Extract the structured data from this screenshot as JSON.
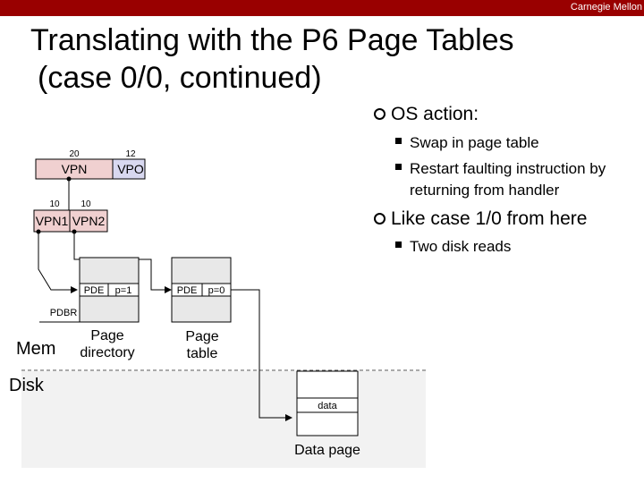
{
  "header": {
    "brand": "Carnegie Mellon"
  },
  "slide": {
    "title_line1": "Translating with the P6 Page Tables",
    "title_line2": "(case 0/0, continued)",
    "bullets": [
      {
        "text": "OS action:",
        "sub": [
          "Swap in page table",
          "Restart faulting instruction by returning from handler"
        ]
      },
      {
        "text": "Like case 1/0 from here",
        "sub": [
          "Two disk reads"
        ]
      }
    ]
  },
  "diagram": {
    "bit20": "20",
    "bit12": "12",
    "vpn": "VPN",
    "vpo": "VPO",
    "bit10a": "10",
    "bit10b": "10",
    "vpn1": "VPN1",
    "vpn2": "VPN2",
    "pde_dir": "PDE",
    "p1": "p=1",
    "pde_tab": "PDE",
    "p0": "p=0",
    "pdbr": "PDBR",
    "mem": "Mem",
    "disk": "Disk",
    "page_directory_1": "Page",
    "page_directory_2": "directory",
    "page_table_1": "Page",
    "page_table_2": "table",
    "data": "data",
    "data_page": "Data page",
    "colors": {
      "vpn_fill": "#f0d0d0",
      "vpo_fill": "#d8d8f0",
      "disk_bg": "#f2f2f2",
      "brand": "#990000"
    }
  }
}
